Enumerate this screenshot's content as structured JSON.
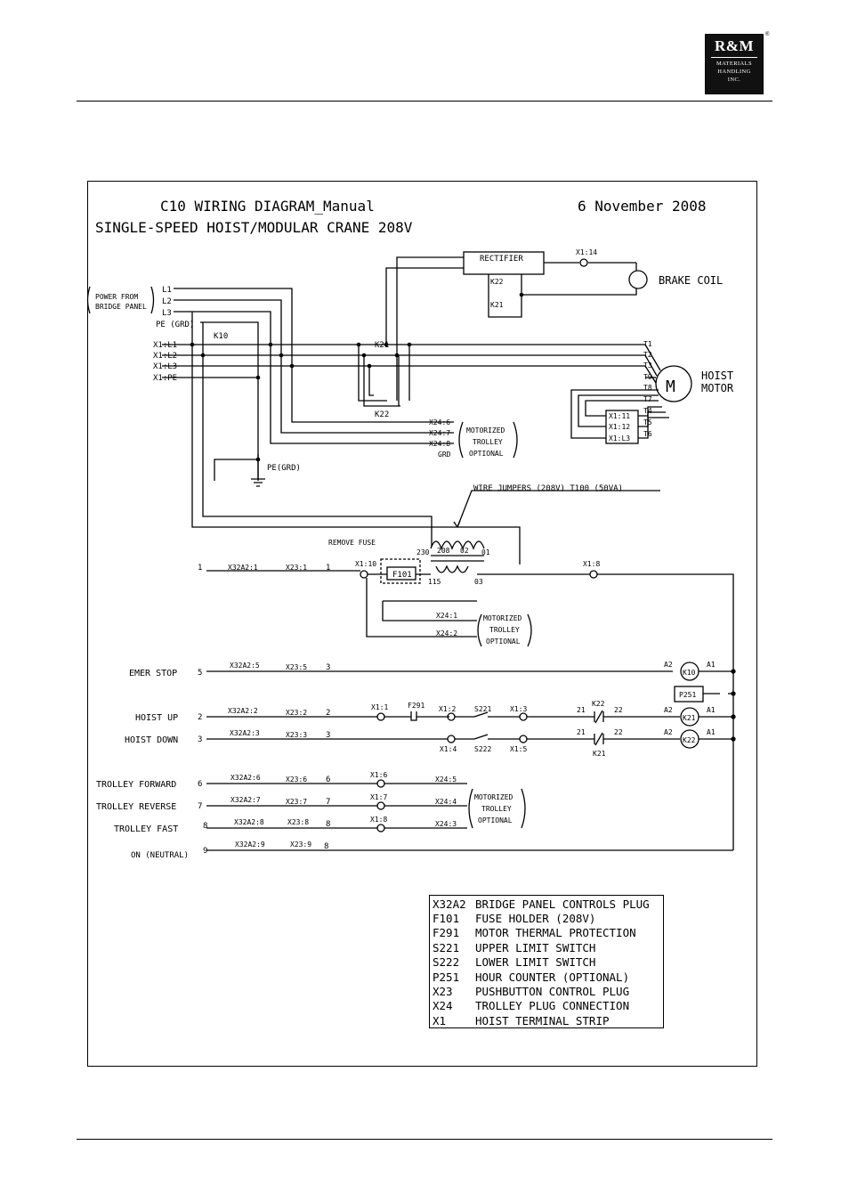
{
  "header": {
    "logo_brand": "R&M",
    "logo_line1": "MATERIALS",
    "logo_line2": "HANDLING",
    "logo_line3": "INC.",
    "logo_reg": "®"
  },
  "diagram": {
    "title": "C10 WIRING DIAGRAM_Manual",
    "date": "6 November 2008",
    "subtitle": "SINGLE-SPEED HOIST/MODULAR CRANE 208V",
    "power_note_1": "POWER FROM",
    "power_note_2": "BRIDGE PANEL",
    "L1": "L1",
    "L2": "L2",
    "L3": "L3",
    "pe_grd": "PE (GRD)",
    "k10": "K10",
    "x1_l1": "X1:L1",
    "x1_l2": "X1:L2",
    "x1_l3": "X1:L3",
    "x1_pe": "X1:PE",
    "k21_top": "K21",
    "k22_bottom": "K22",
    "rectifier": "RECTIFIER",
    "x1_14": "X1:14",
    "k22_rect": "K22",
    "k21_rect": "K21",
    "brake_coil": "BRAKE COIL",
    "hoist_motor_1": "HOIST",
    "hoist_motor_2": "MOTOR",
    "motor_symbol": "M",
    "t_labels": [
      "T1",
      "T2",
      "T3",
      "T9",
      "T8",
      "T7",
      "T4",
      "T5",
      "T6"
    ],
    "x1_11": "X1:11",
    "x1_12": "X1:12",
    "x1_l3b": "X1:L3",
    "x24_6": "X24:6",
    "x24_7": "X24:7",
    "x24_8": "X24:8",
    "grd": "GRD",
    "motorized_1": "MOTORIZED",
    "trolley_1": "TROLLEY",
    "optional_1": "OPTIONAL",
    "pe_grd2": "PE(GRD)",
    "wire_jumpers": "WIRE JUMPERS (208V) T100 (50VA)",
    "remove_fuse": "REMOVE FUSE",
    "f101": "F101",
    "t230": "230",
    "t208": "208",
    "t02": "02",
    "t01": "01",
    "t115": "115",
    "t03": "03",
    "x1_10": "X1:10",
    "x1_8": "X1:8",
    "x32a2_1": "X32A2:1",
    "x23_1": "X23:1",
    "x24_1": "X24:1",
    "x24_2": "X24:2",
    "emer_stop": "EMER STOP",
    "hoist_up": "HOIST UP",
    "hoist_down": "HOIST DOWN",
    "trolley_forward": "TROLLEY FORWARD",
    "trolley_reverse": "TROLLEY REVERSE",
    "trolley_fast": "TROLLEY FAST",
    "neutral": "ON (NEUTRAL)",
    "x32a2_5": "X32A2:5",
    "x23_5": "X23:5",
    "x32a2_2": "X32A2:2",
    "x23_2": "X23:2",
    "x32a2_3": "X32A2:3",
    "x23_3": "X23:3",
    "x32a2_6": "X32A2:6",
    "x23_6": "X23:6",
    "x32a2_7": "X32A2:7",
    "x23_7": "X23:7",
    "x32a2_8": "X32A2:8",
    "x23_8": "X23:8",
    "x32a2_9": "X32A2:9",
    "x23_9": "X23:9",
    "x1_1": "X1:1",
    "f291": "F291",
    "x1_2": "X1:2",
    "s221": "S221",
    "x1_3": "X1:3",
    "x1_4": "X1:4",
    "s222": "S222",
    "x1_5": "X1:5",
    "k22_up": "K22",
    "k21_down": "K21",
    "k10_coil": "K10",
    "k21_coil": "K21",
    "k22_coil": "K22",
    "p251": "P251",
    "a1": "A1",
    "a2": "A2",
    "n21": "21",
    "n22": "22",
    "x1_6": "X1:6",
    "x1_7": "X1:7",
    "x1_8b": "X1:8",
    "x24_5": "X24:5",
    "x24_4": "X24:4",
    "x24_3": "X24:3",
    "n1": "1",
    "n2": "2",
    "n3": "3",
    "n5": "5",
    "n6": "6",
    "n7": "7",
    "n8": "8",
    "n9": "9"
  },
  "legend": [
    {
      "code": "X32A2",
      "desc": "BRIDGE PANEL CONTROLS PLUG"
    },
    {
      "code": "F101",
      "desc": "FUSE HOLDER (208V)"
    },
    {
      "code": "F291",
      "desc": "MOTOR THERMAL PROTECTION"
    },
    {
      "code": "S221",
      "desc": "UPPER LIMIT SWITCH"
    },
    {
      "code": "S222",
      "desc": "LOWER LIMIT SWITCH"
    },
    {
      "code": "P251",
      "desc": "HOUR COUNTER (OPTIONAL)"
    },
    {
      "code": "X23",
      "desc": "PUSHBUTTON CONTROL PLUG"
    },
    {
      "code": "X24",
      "desc": "TROLLEY PLUG CONNECTION"
    },
    {
      "code": "X1",
      "desc": "HOIST TERMINAL STRIP"
    }
  ]
}
